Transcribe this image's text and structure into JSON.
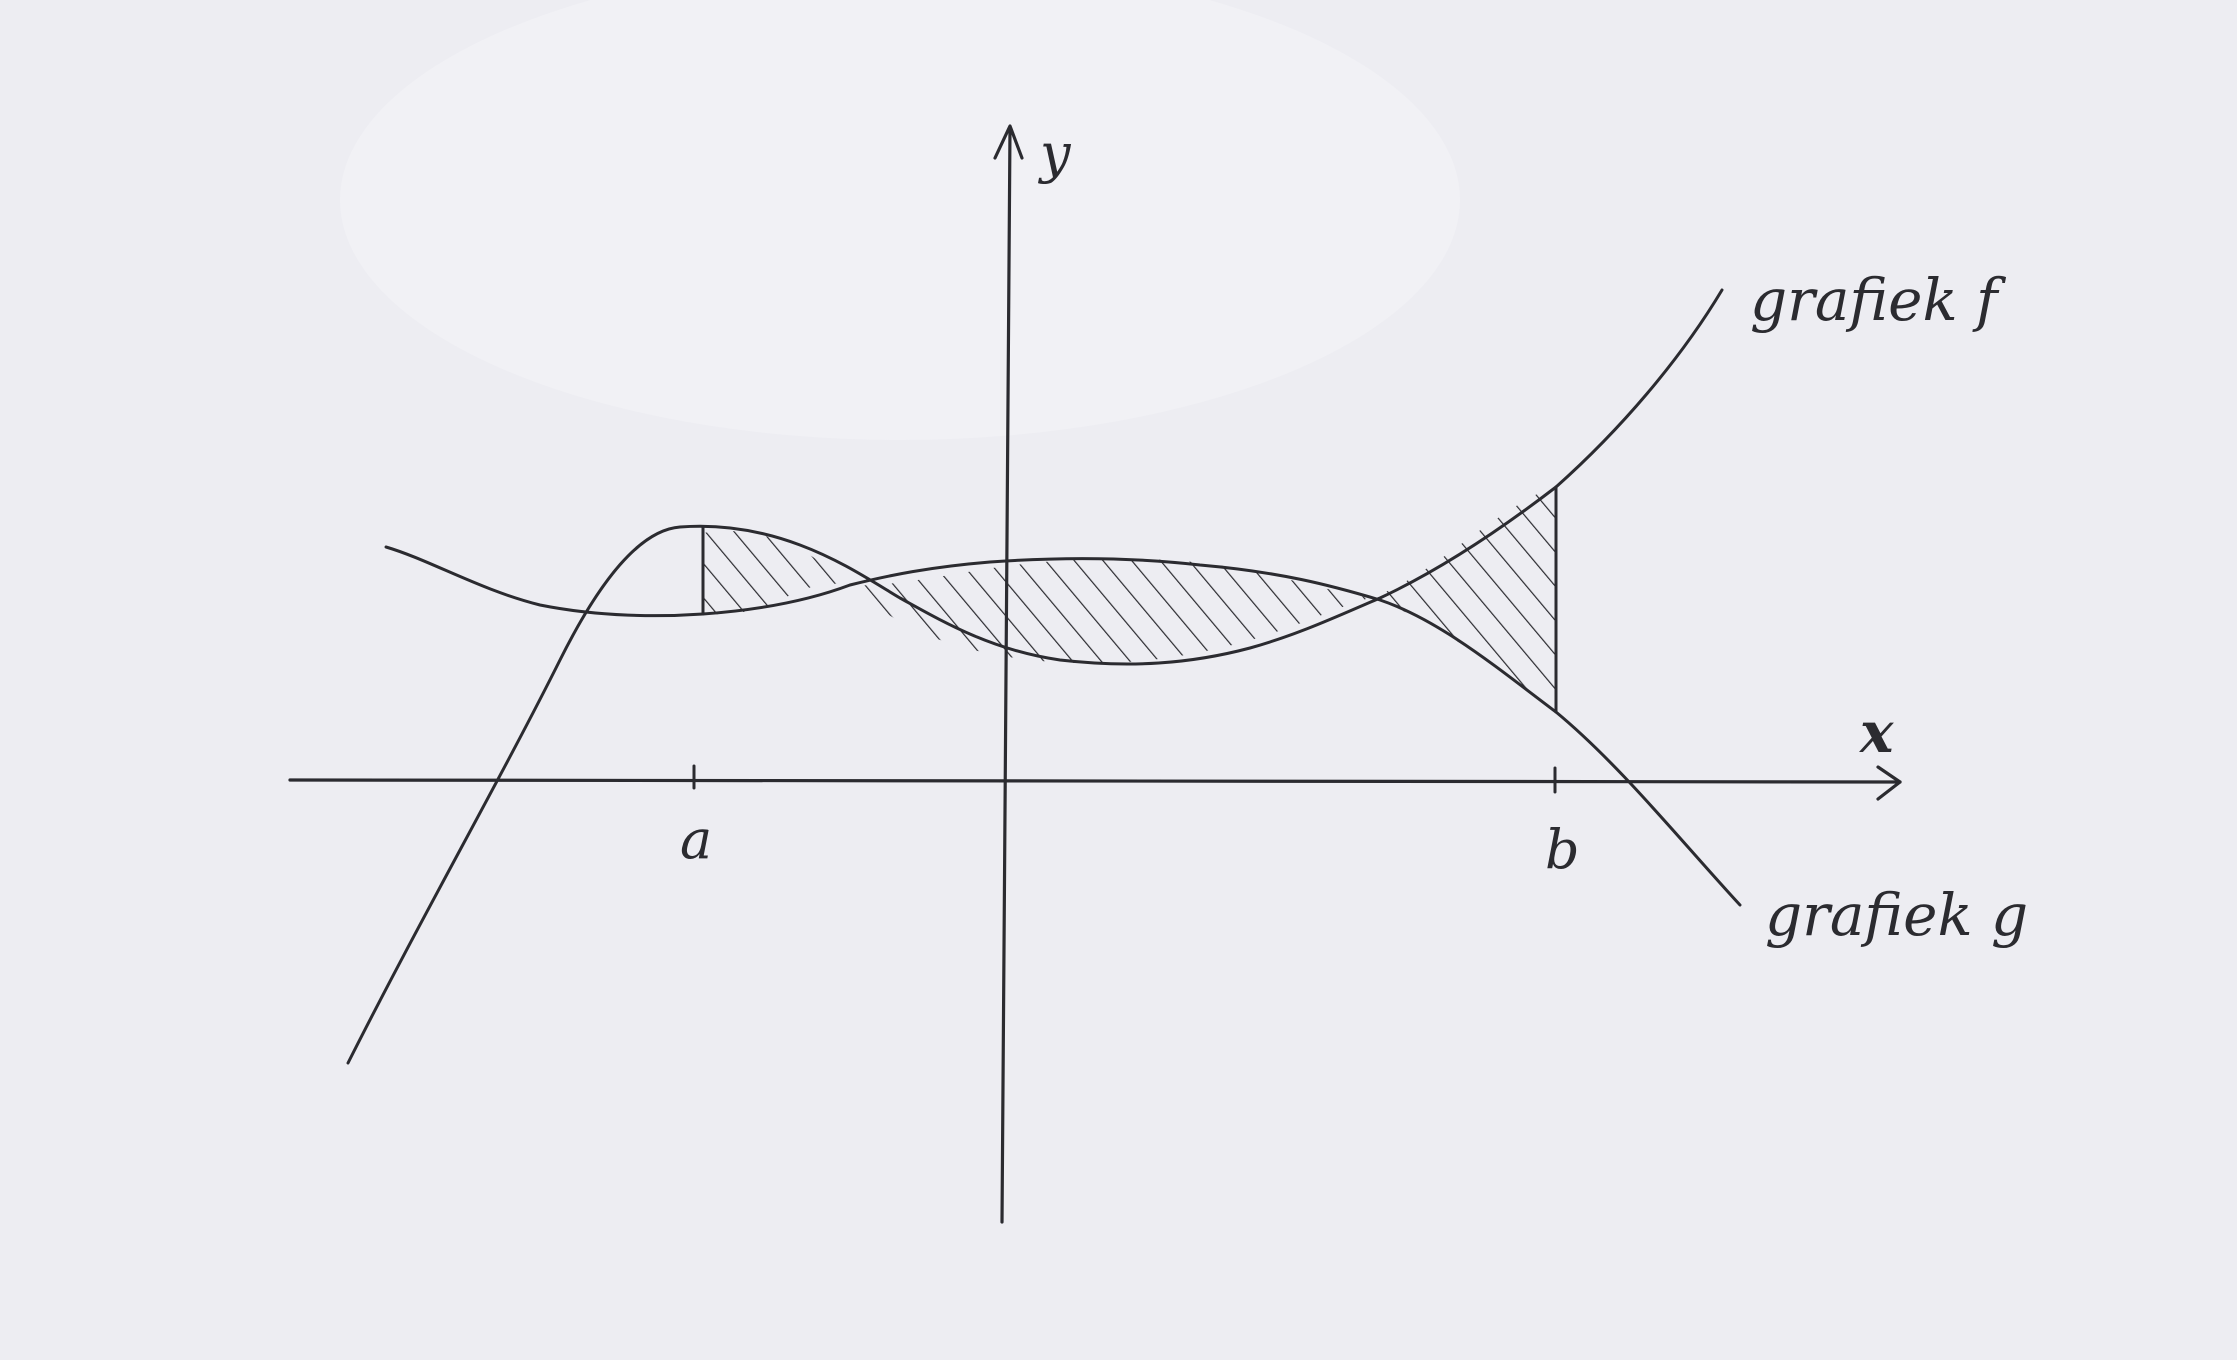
{
  "axes": {
    "x_label": "x",
    "y_label": "y",
    "ticks": [
      "a",
      "b"
    ]
  },
  "curves": {
    "f_label": "grafiek f",
    "g_label": "grafiek g"
  },
  "colors": {
    "paper": "#ededf2",
    "ink": "#2b2b30"
  }
}
